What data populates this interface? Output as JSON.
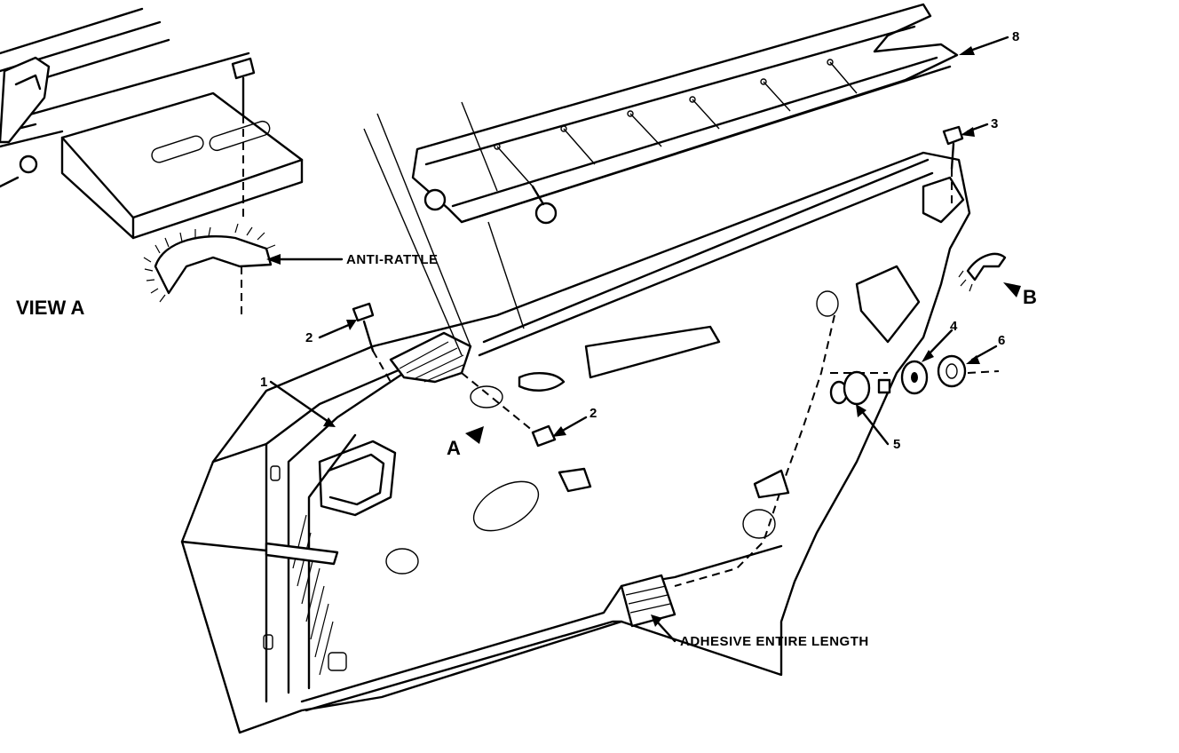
{
  "diagram": {
    "view_a_label": "VIEW A",
    "view_a_marker": "A",
    "view_b_marker": "B",
    "notes": {
      "anti_rattle": "ANTI-RATTLE",
      "adhesive": "ADHESIVE ENTIRE LENGTH"
    },
    "callouts": {
      "c1": "1",
      "c2_upper": "2",
      "c2_lower": "2",
      "c3": "3",
      "c4": "4",
      "c5": "5",
      "c6": "6",
      "c8": "8"
    }
  }
}
